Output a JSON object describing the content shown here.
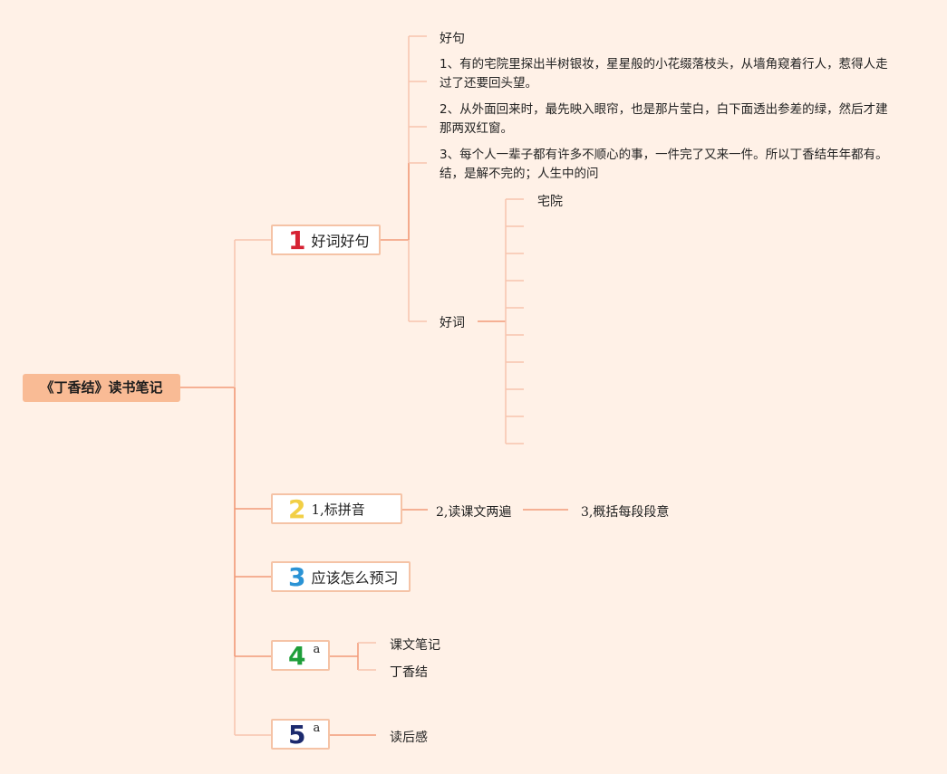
{
  "root": {
    "title": "《丁香结》读书笔记"
  },
  "branches": [
    {
      "number": "1",
      "number_color": "#d62233",
      "label": "好词好句",
      "children": {
        "good_sentences": {
          "label": "好句",
          "items": [
            "1、有的宅院里探出半树银妆，星星般的小花缀落枝头，从墙角窥着行人，惹得人走过了还要回头望。",
            "2、从外面回来时，最先映入眼帘，也是那片莹白，白下面透出参差的绿，然后才建那两双红窗。",
            "3、每个人一辈子都有许多不顺心的事，一件完了又来一件。所以丁香结年年都有。结，是解不完的；人生中的问"
          ]
        },
        "good_words": {
          "label": "好词",
          "items": [
            "宅院",
            "",
            "",
            "",
            "",
            "",
            "",
            "",
            "",
            ""
          ]
        }
      }
    },
    {
      "number": "2",
      "number_color": "#f2cf45",
      "label": "1,标拼音",
      "chain": [
        "2,读课文两遍",
        "3,概括每段段意"
      ]
    },
    {
      "number": "3",
      "number_color": "#2a93d5",
      "label": "应该怎么预习"
    },
    {
      "number": "4",
      "number_color": "#1e9e3a",
      "label": "a",
      "children": [
        "课文笔记",
        "丁香结"
      ]
    },
    {
      "number": "5",
      "number_color": "#1c2a6e",
      "label": "a",
      "children": [
        "读后感"
      ]
    }
  ],
  "colors": {
    "line": "#f29a78",
    "line_light": "#f7c4ad",
    "root_bg": "#f9bb95",
    "background": "#fff1e7"
  }
}
